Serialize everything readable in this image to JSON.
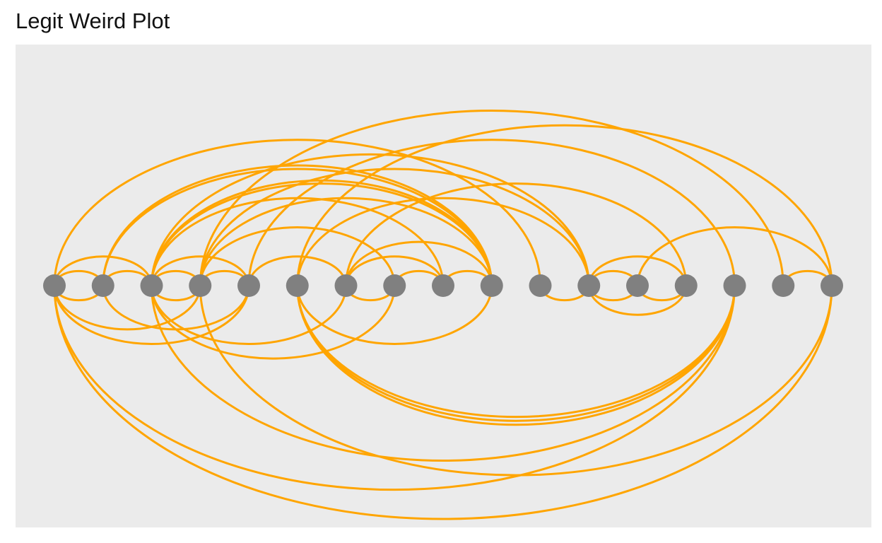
{
  "chart_data": {
    "type": "arc_diagram",
    "title": "Legit Weird Plot",
    "grid": false,
    "legend": "none",
    "nodes": [
      1,
      2,
      3,
      4,
      5,
      6,
      7,
      8,
      9,
      10,
      11,
      12,
      13,
      14,
      15,
      16,
      17
    ],
    "edges": [
      {
        "from": 1,
        "to": 2,
        "side": "above"
      },
      {
        "from": 1,
        "to": 2,
        "side": "below"
      },
      {
        "from": 1,
        "to": 3,
        "side": "above"
      },
      {
        "from": 1,
        "to": 4,
        "side": "below"
      },
      {
        "from": 1,
        "to": 5,
        "side": "below"
      },
      {
        "from": 1,
        "to": 11,
        "side": "above"
      },
      {
        "from": 1,
        "to": 15,
        "side": "below"
      },
      {
        "from": 1,
        "to": 17,
        "side": "below"
      },
      {
        "from": 2,
        "to": 3,
        "side": "above"
      },
      {
        "from": 2,
        "to": 5,
        "side": "below"
      },
      {
        "from": 2,
        "to": 10,
        "side": "above"
      },
      {
        "from": 2,
        "to": 10,
        "side": "above"
      },
      {
        "from": 3,
        "to": 4,
        "side": "above"
      },
      {
        "from": 3,
        "to": 4,
        "side": "below"
      },
      {
        "from": 3,
        "to": 5,
        "side": "above"
      },
      {
        "from": 3,
        "to": 7,
        "side": "below"
      },
      {
        "from": 3,
        "to": 8,
        "side": "below"
      },
      {
        "from": 3,
        "to": 9,
        "side": "above"
      },
      {
        "from": 3,
        "to": 10,
        "side": "above"
      },
      {
        "from": 3,
        "to": 10,
        "side": "above"
      },
      {
        "from": 3,
        "to": 12,
        "side": "above"
      },
      {
        "from": 3,
        "to": 15,
        "side": "below"
      },
      {
        "from": 4,
        "to": 5,
        "side": "above"
      },
      {
        "from": 4,
        "to": 8,
        "side": "above"
      },
      {
        "from": 4,
        "to": 10,
        "side": "above"
      },
      {
        "from": 4,
        "to": 12,
        "side": "above"
      },
      {
        "from": 4,
        "to": 16,
        "side": "above"
      },
      {
        "from": 4,
        "to": 17,
        "side": "below"
      },
      {
        "from": 5,
        "to": 7,
        "side": "above"
      },
      {
        "from": 5,
        "to": 15,
        "side": "above"
      },
      {
        "from": 6,
        "to": 10,
        "side": "below"
      },
      {
        "from": 6,
        "to": 12,
        "side": "above"
      },
      {
        "from": 6,
        "to": 15,
        "side": "below"
      },
      {
        "from": 6,
        "to": 15,
        "side": "below"
      },
      {
        "from": 6,
        "to": 15,
        "side": "below"
      },
      {
        "from": 6,
        "to": 17,
        "side": "above"
      },
      {
        "from": 7,
        "to": 8,
        "side": "below"
      },
      {
        "from": 7,
        "to": 9,
        "side": "above"
      },
      {
        "from": 7,
        "to": 10,
        "side": "above"
      },
      {
        "from": 7,
        "to": 14,
        "side": "above"
      },
      {
        "from": 8,
        "to": 9,
        "side": "above"
      },
      {
        "from": 9,
        "to": 10,
        "side": "above"
      },
      {
        "from": 11,
        "to": 12,
        "side": "below"
      },
      {
        "from": 12,
        "to": 13,
        "side": "above"
      },
      {
        "from": 12,
        "to": 13,
        "side": "below"
      },
      {
        "from": 12,
        "to": 14,
        "side": "above"
      },
      {
        "from": 12,
        "to": 14,
        "side": "below"
      },
      {
        "from": 13,
        "to": 14,
        "side": "below"
      },
      {
        "from": 13,
        "to": 17,
        "side": "above"
      },
      {
        "from": 16,
        "to": 17,
        "side": "above"
      }
    ]
  },
  "colors": {
    "background": "#ebebeb",
    "edge": "#ffa500",
    "node": "#808080",
    "title": "#111111"
  }
}
